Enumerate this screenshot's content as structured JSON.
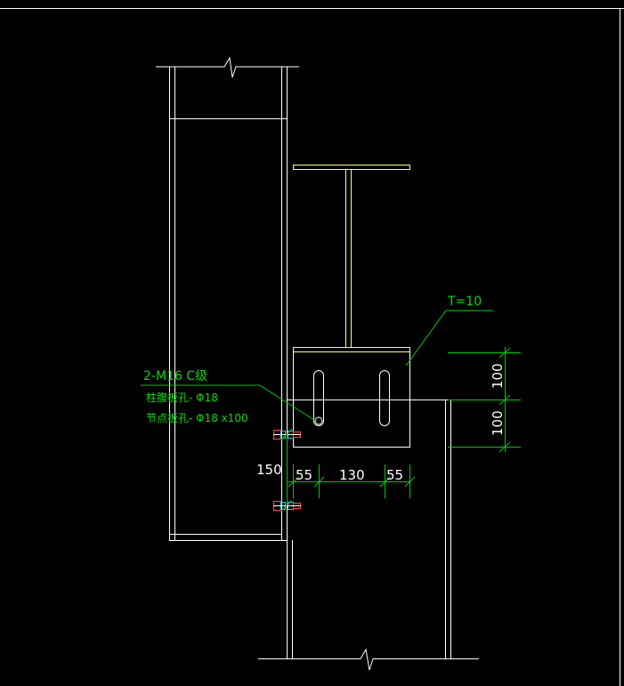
{
  "colors": {
    "background": "#000000",
    "outline": "#ffffff",
    "steel_section": "#ffff66",
    "dimension": "#00cc00",
    "bolt_washer": "#22d3ee",
    "bolt_nut": "#ff3b3b"
  },
  "annotations": {
    "plate_thickness": "T=10",
    "bolt_spec": "2-M16  C级",
    "column_hole": "柱腹板孔- Φ18",
    "node_hole": "节点板孔- Φ18 x100"
  },
  "dimensions": {
    "bolt_spacing": "150",
    "edge_left": "55",
    "hole_spacing": "130",
    "edge_right": "55",
    "slot_upper": "100",
    "slot_lower": "100"
  }
}
